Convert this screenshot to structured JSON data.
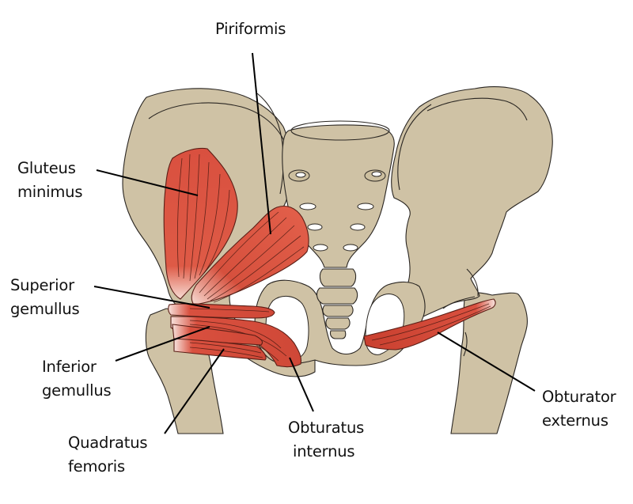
{
  "diagram": {
    "subject": "Posterior view of pelvis with deep lateral hip rotator muscles",
    "colors": {
      "bone": "#cfc2a5",
      "bone_shadow": "#b9aa87",
      "muscle": "#d9503f",
      "muscle_highlight": "#ea6b57",
      "tendon": "#f7dcd4",
      "outline": "#2a2622",
      "leader_line": "#000000",
      "text": "#111111",
      "background": "#ffffff"
    },
    "labels": [
      {
        "id": "piriformis",
        "lines": [
          "Piriformis"
        ],
        "target": "piriformis-muscle"
      },
      {
        "id": "gluteus-minimus",
        "lines": [
          "Gluteus",
          "minimus"
        ],
        "target": "gluteus-minimus-muscle"
      },
      {
        "id": "superior-gemullus",
        "lines": [
          "Superior",
          "gemullus"
        ],
        "target": "superior-gemellus-muscle"
      },
      {
        "id": "inferior-gemullus",
        "lines": [
          "Inferior",
          "gemullus"
        ],
        "target": "inferior-gemellus-muscle"
      },
      {
        "id": "quadratus-femoris",
        "lines": [
          "Quadratus",
          "femoris"
        ],
        "target": "quadratus-femoris-muscle"
      },
      {
        "id": "obturatus-internus",
        "lines": [
          "Obturatus",
          "internus"
        ],
        "target": "obturator-internus-muscle"
      },
      {
        "id": "obturator-externus",
        "lines": [
          "Obturator",
          "externus"
        ],
        "target": "obturator-externus-muscle"
      }
    ]
  }
}
